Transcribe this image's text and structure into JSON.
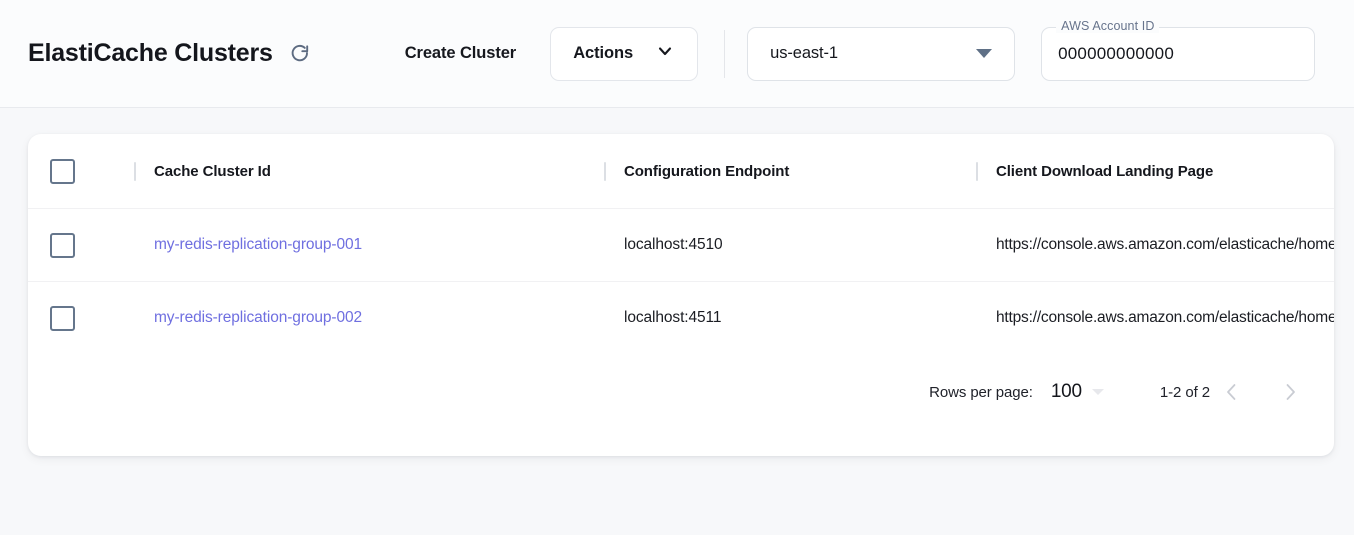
{
  "header": {
    "title": "ElastiCache Clusters",
    "refresh_icon": "refresh-icon",
    "create_cluster_label": "Create Cluster",
    "actions_label": "Actions",
    "actions_chevron_icon": "chevron-down-icon",
    "region": {
      "value": "us-east-1",
      "caret_icon": "caret-down-icon"
    },
    "account": {
      "label": "AWS Account ID",
      "value": "000000000000"
    }
  },
  "table": {
    "columns": [
      "Cache Cluster Id",
      "Configuration Endpoint",
      "Client Download Landing Page"
    ],
    "rows": [
      {
        "cluster_id": "my-redis-replication-group-001",
        "endpoint": "localhost:4510",
        "landing_page": "https://console.aws.amazon.com/elasticache/home"
      },
      {
        "cluster_id": "my-redis-replication-group-002",
        "endpoint": "localhost:4511",
        "landing_page": "https://console.aws.amazon.com/elasticache/home"
      }
    ]
  },
  "pagination": {
    "rows_per_page_label": "Rows per page:",
    "rows_per_page_value": "100",
    "range_label": "1-2 of 2",
    "prev_icon": "chevron-left-icon",
    "next_icon": "chevron-right-icon"
  },
  "colors": {
    "link": "#6f6fe0",
    "page_background": "#f7f8fa",
    "card_background": "#ffffff",
    "checkbox_border": "#65768c"
  }
}
